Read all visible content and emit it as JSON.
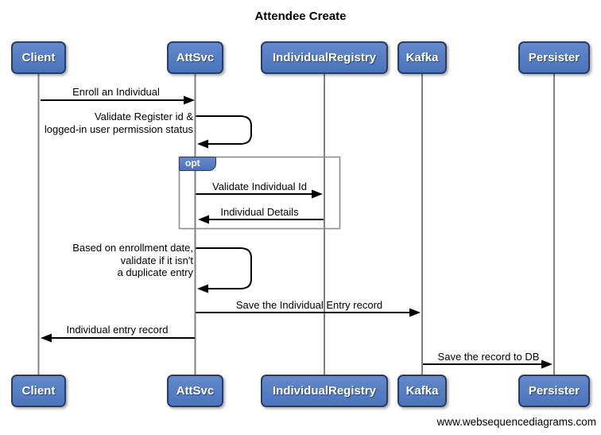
{
  "title": "Attendee Create",
  "footer": "www.websequencediagrams.com",
  "participants": [
    {
      "label": "Client"
    },
    {
      "label": "AttSvc"
    },
    {
      "label": "IndividualRegistry"
    },
    {
      "label": "Kafka"
    },
    {
      "label": "Persister"
    }
  ],
  "fragment": {
    "type_label": "opt"
  },
  "messages": [
    {
      "from": "Client",
      "to": "AttSvc",
      "text": "Enroll an Individual"
    },
    {
      "from": "AttSvc",
      "to": "AttSvc",
      "text": "Validate Register id &\nlogged-in user permission status"
    },
    {
      "from": "AttSvc",
      "to": "IndividualRegistry",
      "in_fragment": "opt",
      "text": "Validate Individual Id"
    },
    {
      "from": "IndividualRegistry",
      "to": "AttSvc",
      "in_fragment": "opt",
      "text": "Individual Details"
    },
    {
      "from": "AttSvc",
      "to": "AttSvc",
      "text": "Based on enrollment date,\nvalidate if it isn't\na duplicate entry"
    },
    {
      "from": "AttSvc",
      "to": "Kafka",
      "text": "Save the Individual Entry record"
    },
    {
      "from": "AttSvc",
      "to": "Client",
      "text": "Individual entry record"
    },
    {
      "from": "Kafka",
      "to": "Persister",
      "text": "Save the record to DB"
    }
  ],
  "colors": {
    "participant_fill": "#577fc4",
    "participant_border": "#2b3c63",
    "participant_text": "#ffffff",
    "fragment_border": "#8c8c8c",
    "lifeline": "#808080",
    "arrow": "#000000",
    "background": "#ffffff"
  }
}
